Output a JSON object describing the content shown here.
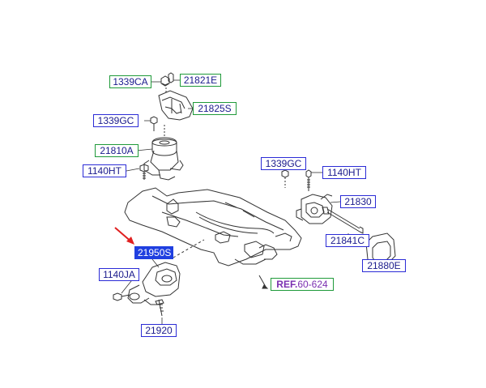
{
  "diagram": {
    "labels": {
      "p1339CA": "1339CA",
      "p21821E": "21821E",
      "p21825S": "21825S",
      "p1339GC_left": "1339GC",
      "p21810A": "21810A",
      "p1140HT_left": "1140HT",
      "p1339GC_right": "1339GC",
      "p1140HT_right": "1140HT",
      "p21830": "21830",
      "p21841C": "21841C",
      "p21880E": "21880E",
      "p21950S": "21950S",
      "p1140JA": "1140JA",
      "p21920": "21920",
      "ref_prefix": "REF.",
      "ref_number": "60-624"
    },
    "colors": {
      "label_blue_border": "#2b2bd6",
      "label_green_border": "#1f9a3a",
      "selected_fill": "#1f3fe0",
      "ref_text": "#7a2fb0",
      "pointer_arrow": "#e02020",
      "line_art": "#333333"
    },
    "selected_part": "21950S"
  }
}
